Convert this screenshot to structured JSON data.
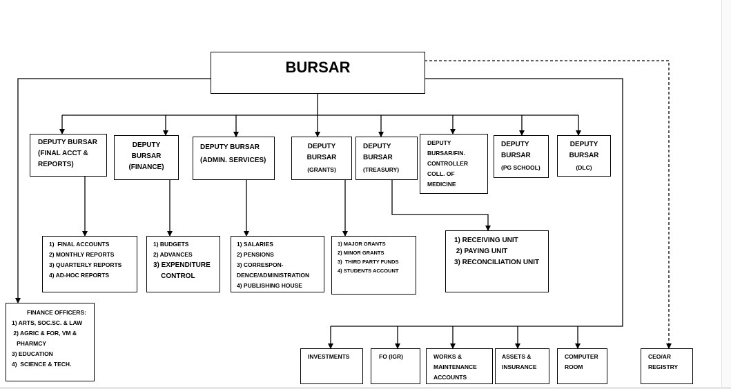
{
  "top": {
    "label": "BURSAR"
  },
  "deputies": [
    {
      "lines": [
        "DEPUTY BURSAR",
        "(FINAL ACCT &",
        "REPORTS)"
      ]
    },
    {
      "lines": [
        "DEPUTY",
        "BURSAR",
        "(FINANCE)"
      ]
    },
    {
      "lines": [
        "DEPUTY BURSAR",
        "(ADMIN. SERVICES)"
      ]
    },
    {
      "lines": [
        "DEPUTY",
        "BURSAR",
        "(GRANTS)"
      ]
    },
    {
      "lines": [
        "DEPUTY",
        "BURSAR",
        "(TREASURY)"
      ]
    },
    {
      "lines": [
        "DEPUTY",
        "BURSAR/FIN.",
        "CONTROLLER",
        "COLL. OF",
        "MEDICINE"
      ]
    },
    {
      "lines": [
        "DEPUTY",
        "BURSAR",
        "(PG SCHOOL)"
      ]
    },
    {
      "lines": [
        "DEPUTY",
        "BURSAR",
        "(DLC)"
      ]
    }
  ],
  "units": [
    {
      "lines": [
        "1)  FINAL ACCOUNTS",
        "2) MONTHLY REPORTS",
        "3) QUARTERLY REPORTS",
        "4) AD-HOC REPORTS"
      ]
    },
    {
      "lines": [
        "1) BUDGETS",
        "2) ADVANCES",
        "3) EXPENDITURE",
        "    CONTROL"
      ]
    },
    {
      "lines": [
        "1) SALARIES",
        "2) PENSIONS",
        "3) CORRESPON-",
        "DENCE/ADMINISTRATION",
        "4) PUBLISHING HOUSE"
      ]
    },
    {
      "lines": [
        "1) MAJOR GRANTS",
        "2) MINOR GRANTS",
        "3)  THIRD PARTY FUNDS",
        "4) STUDENTS ACCOUNT"
      ]
    },
    {
      "lines": [
        "1) RECEIVING UNIT",
        " 2) PAYING UNIT",
        "3) RECONCILIATION UNIT"
      ]
    }
  ],
  "finance_officers": {
    "lines": [
      "FINANCE OFFICERS:",
      "1) ARTS, SOC.SC. & LAW",
      " 2) AGRIC & FOR, VM &",
      "   PHARMCY",
      "3) EDUCATION",
      "4)  SCIENCE & TECH."
    ]
  },
  "bottom": [
    {
      "lines": [
        "INVESTMENTS"
      ]
    },
    {
      "lines": [
        "FO (IGR)"
      ]
    },
    {
      "lines": [
        "WORKS &",
        "MAINTENANCE",
        "ACCOUNTS"
      ]
    },
    {
      "lines": [
        "ASSETS &",
        "INSURANCE"
      ]
    },
    {
      "lines": [
        "COMPUTER",
        "ROOM"
      ]
    }
  ],
  "ceo": {
    "lines": [
      "CEO/AR",
      "REGISTRY"
    ]
  }
}
